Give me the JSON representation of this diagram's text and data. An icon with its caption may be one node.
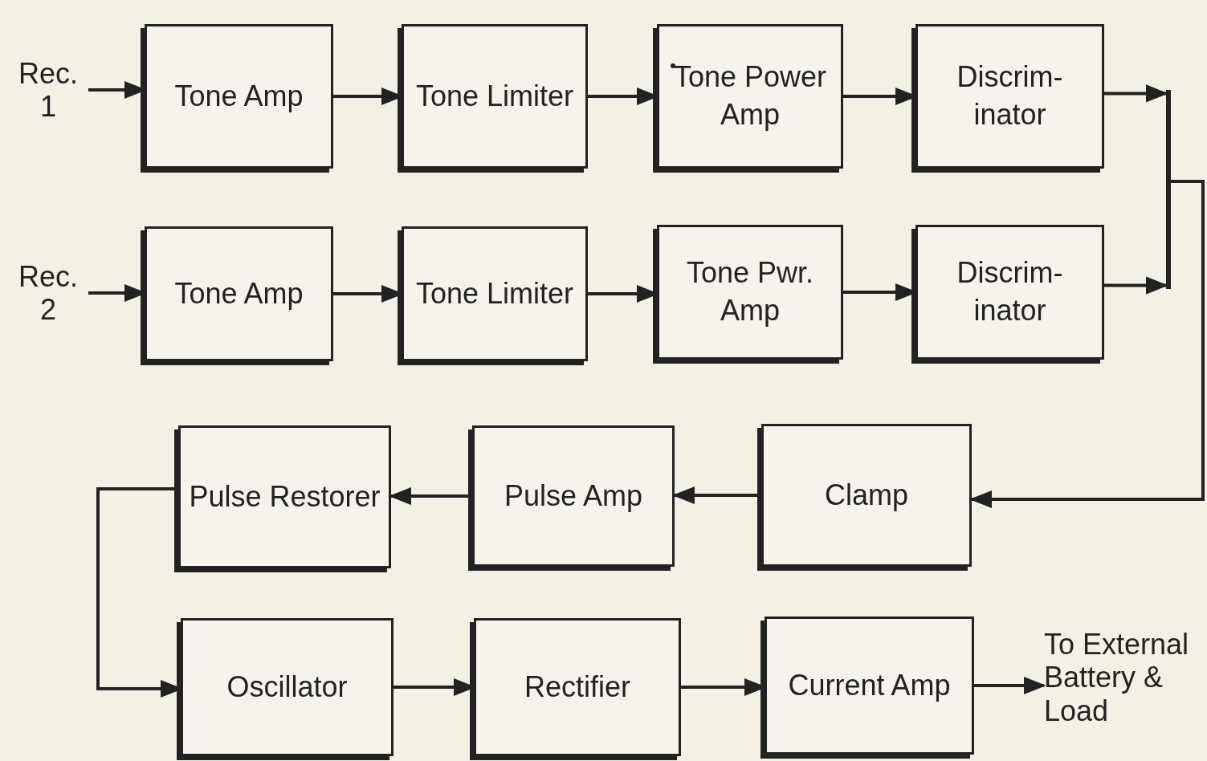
{
  "diagram": {
    "nodes": [
      {
        "text": [
          "Rec. 1"
        ]
      },
      {
        "text": [
          "Tone Amp"
        ]
      },
      {
        "text": [
          "Tone Limiter"
        ]
      },
      {
        "text": [
          "Tone Power Amp"
        ]
      },
      {
        "text": [
          "Discrim- inator"
        ]
      },
      {
        "text": [
          "Rec. 2"
        ]
      },
      {
        "text": [
          "Tone Amp"
        ]
      },
      {
        "text": [
          "Tone Limiter"
        ]
      },
      {
        "text": [
          "Tone Pwr. Amp"
        ]
      },
      {
        "text": [
          "Discrim- inator"
        ]
      },
      {
        "text": [],
        "shape": "bar"
      },
      {
        "text": [
          "Clamp"
        ]
      },
      {
        "text": [
          "Pulse Amp"
        ]
      },
      {
        "text": [
          "Pulse Restorer"
        ]
      },
      {
        "text": [
          "Oscillator"
        ]
      },
      {
        "text": [
          "Rectifier"
        ]
      },
      {
        "text": [
          "Current Amp"
        ]
      },
      {
        "text": [
          "To External Battery & Load"
        ]
      }
    ],
    "edges": [
      {
        "from": 0,
        "to": 1,
        "arrow": "to"
      },
      {
        "from": 1,
        "to": 2,
        "arrow": "to"
      },
      {
        "from": 2,
        "to": 3,
        "arrow": "to"
      },
      {
        "from": 3,
        "to": 4,
        "arrow": "to"
      },
      {
        "from": 5,
        "to": 6,
        "arrow": "to"
      },
      {
        "from": 6,
        "to": 7,
        "arrow": "to"
      },
      {
        "from": 7,
        "to": 8,
        "arrow": "to"
      },
      {
        "from": 8,
        "to": 9,
        "arrow": "to"
      },
      {
        "from": 4,
        "to": 10,
        "arrow": "to"
      },
      {
        "from": 9,
        "to": 10,
        "arrow": "to"
      },
      {
        "from": 10,
        "to": 11,
        "arrow": "to"
      },
      {
        "from": 11,
        "to": 12,
        "arrow": "to"
      },
      {
        "from": 12,
        "to": 13,
        "arrow": "to"
      },
      {
        "from": 13,
        "to": 14,
        "arrow": "to"
      },
      {
        "from": 14,
        "to": 15,
        "arrow": "to"
      },
      {
        "from": 15,
        "to": 16,
        "arrow": "to"
      },
      {
        "from": 16,
        "to": 17,
        "arrow": "to"
      }
    ]
  }
}
